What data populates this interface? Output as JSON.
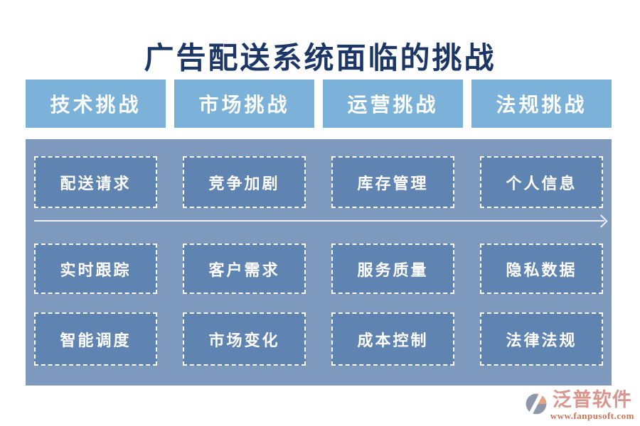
{
  "title": "广告配送系统面临的挑战",
  "columns": [
    {
      "header": "技术挑战",
      "items": [
        "配送请求",
        "实时跟踪",
        "智能调度"
      ]
    },
    {
      "header": "市场挑战",
      "items": [
        "竞争加剧",
        "客户需求",
        "市场变化"
      ]
    },
    {
      "header": "运营挑战",
      "items": [
        "库存管理",
        "服务质量",
        "成本控制"
      ]
    },
    {
      "header": "法规挑战",
      "items": [
        "个人信息",
        "隐私数据",
        "法律法规"
      ]
    }
  ],
  "footer": {
    "brand": "泛普软件",
    "url": "www.fanpusoft.com"
  },
  "colors": {
    "title_color": "#1c3766",
    "header_bg": "#7cb1d9",
    "panel_bg": "#7d99bd",
    "box_bg": "#6084b1",
    "box_border": "#ffffff",
    "arrow_color": "#eef2f8",
    "logo_text": "#d8968c",
    "logo_url": "#cf7352",
    "logo_icon_gray": "#8d98ab",
    "logo_icon_salmon": "#e5a183"
  }
}
